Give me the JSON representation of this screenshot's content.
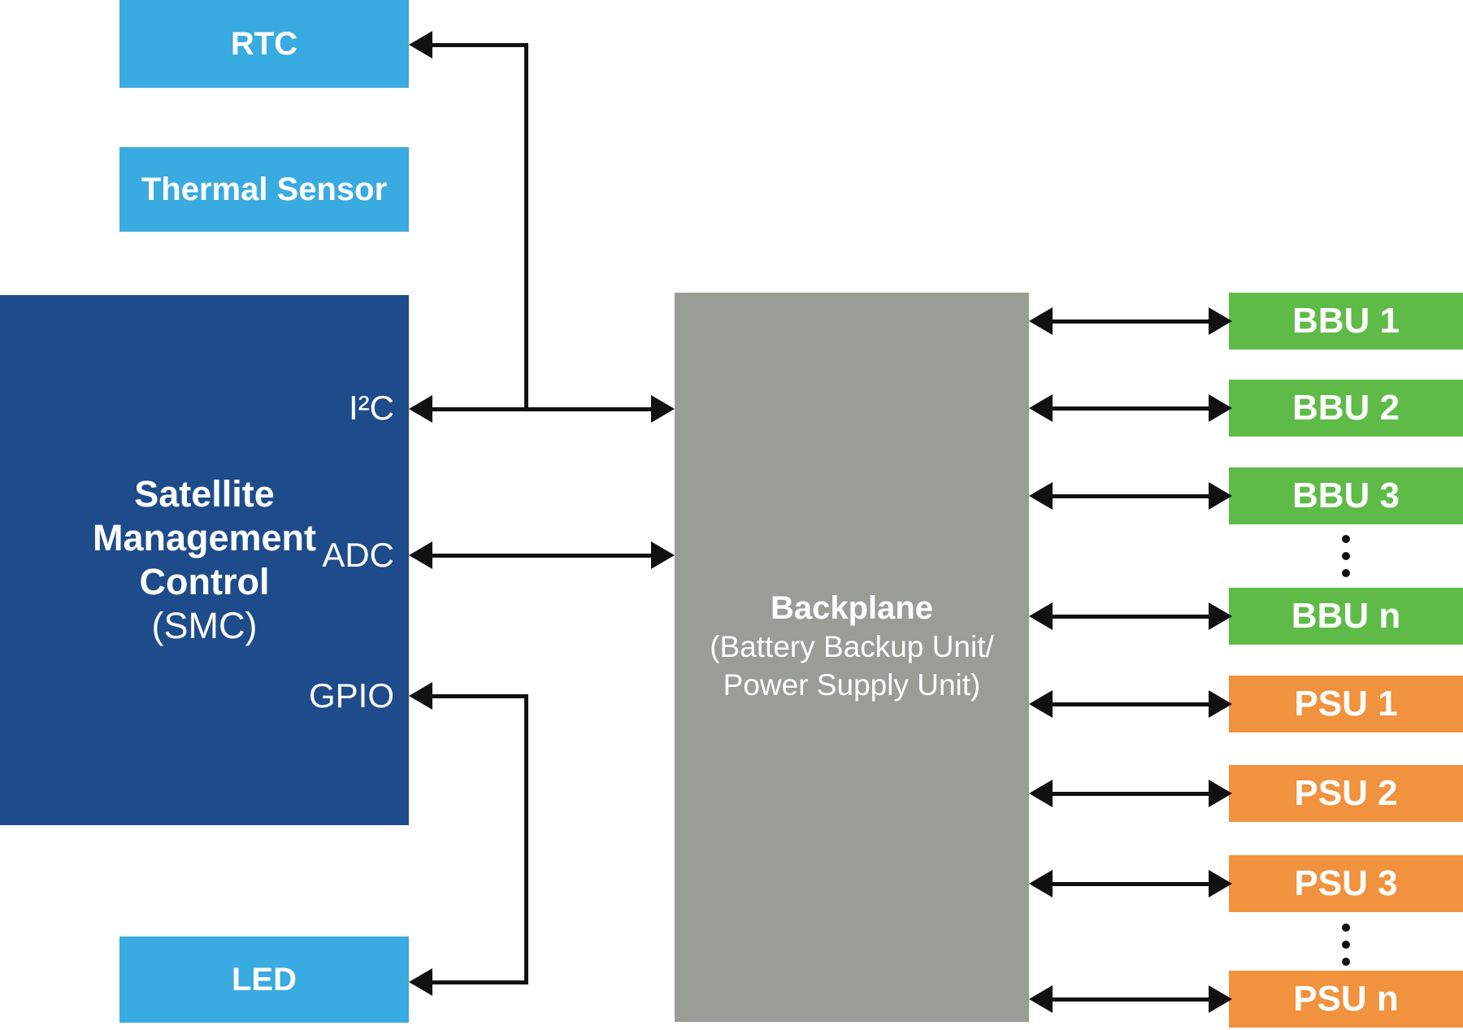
{
  "diagram": {
    "title_implicit": "Satellite Management Control block diagram",
    "background": "#ffffff"
  },
  "colors": {
    "light_blue": "#39ABE0",
    "dark_blue": "#1E4C8B",
    "gray": "#989D95",
    "green": "#5FBB47",
    "orange": "#F0923E",
    "line_black": "#111111",
    "text_white": "#ffffff"
  },
  "nodes": {
    "rtc": {
      "label": "RTC"
    },
    "thermal": {
      "label": "Thermal Sensor"
    },
    "led": {
      "label": "LED"
    },
    "smc": {
      "line1": "Satellite",
      "line2": "Management",
      "line3": "Control",
      "line4": "(SMC)"
    },
    "backplane": {
      "title": "Backplane",
      "sub1": "(Battery Backup Unit/",
      "sub2": "Power Supply Unit)"
    }
  },
  "ports": {
    "i2c": "I²C",
    "adc": "ADC",
    "gpio": "GPIO"
  },
  "right_units": [
    {
      "label": "BBU 1",
      "type": "bbu"
    },
    {
      "label": "BBU 2",
      "type": "bbu"
    },
    {
      "label": "BBU 3",
      "type": "bbu"
    },
    {
      "label": "BBU n",
      "type": "bbu"
    },
    {
      "label": "PSU 1",
      "type": "psu"
    },
    {
      "label": "PSU 2",
      "type": "psu"
    },
    {
      "label": "PSU 3",
      "type": "psu"
    },
    {
      "label": "PSU n",
      "type": "psu"
    }
  ]
}
